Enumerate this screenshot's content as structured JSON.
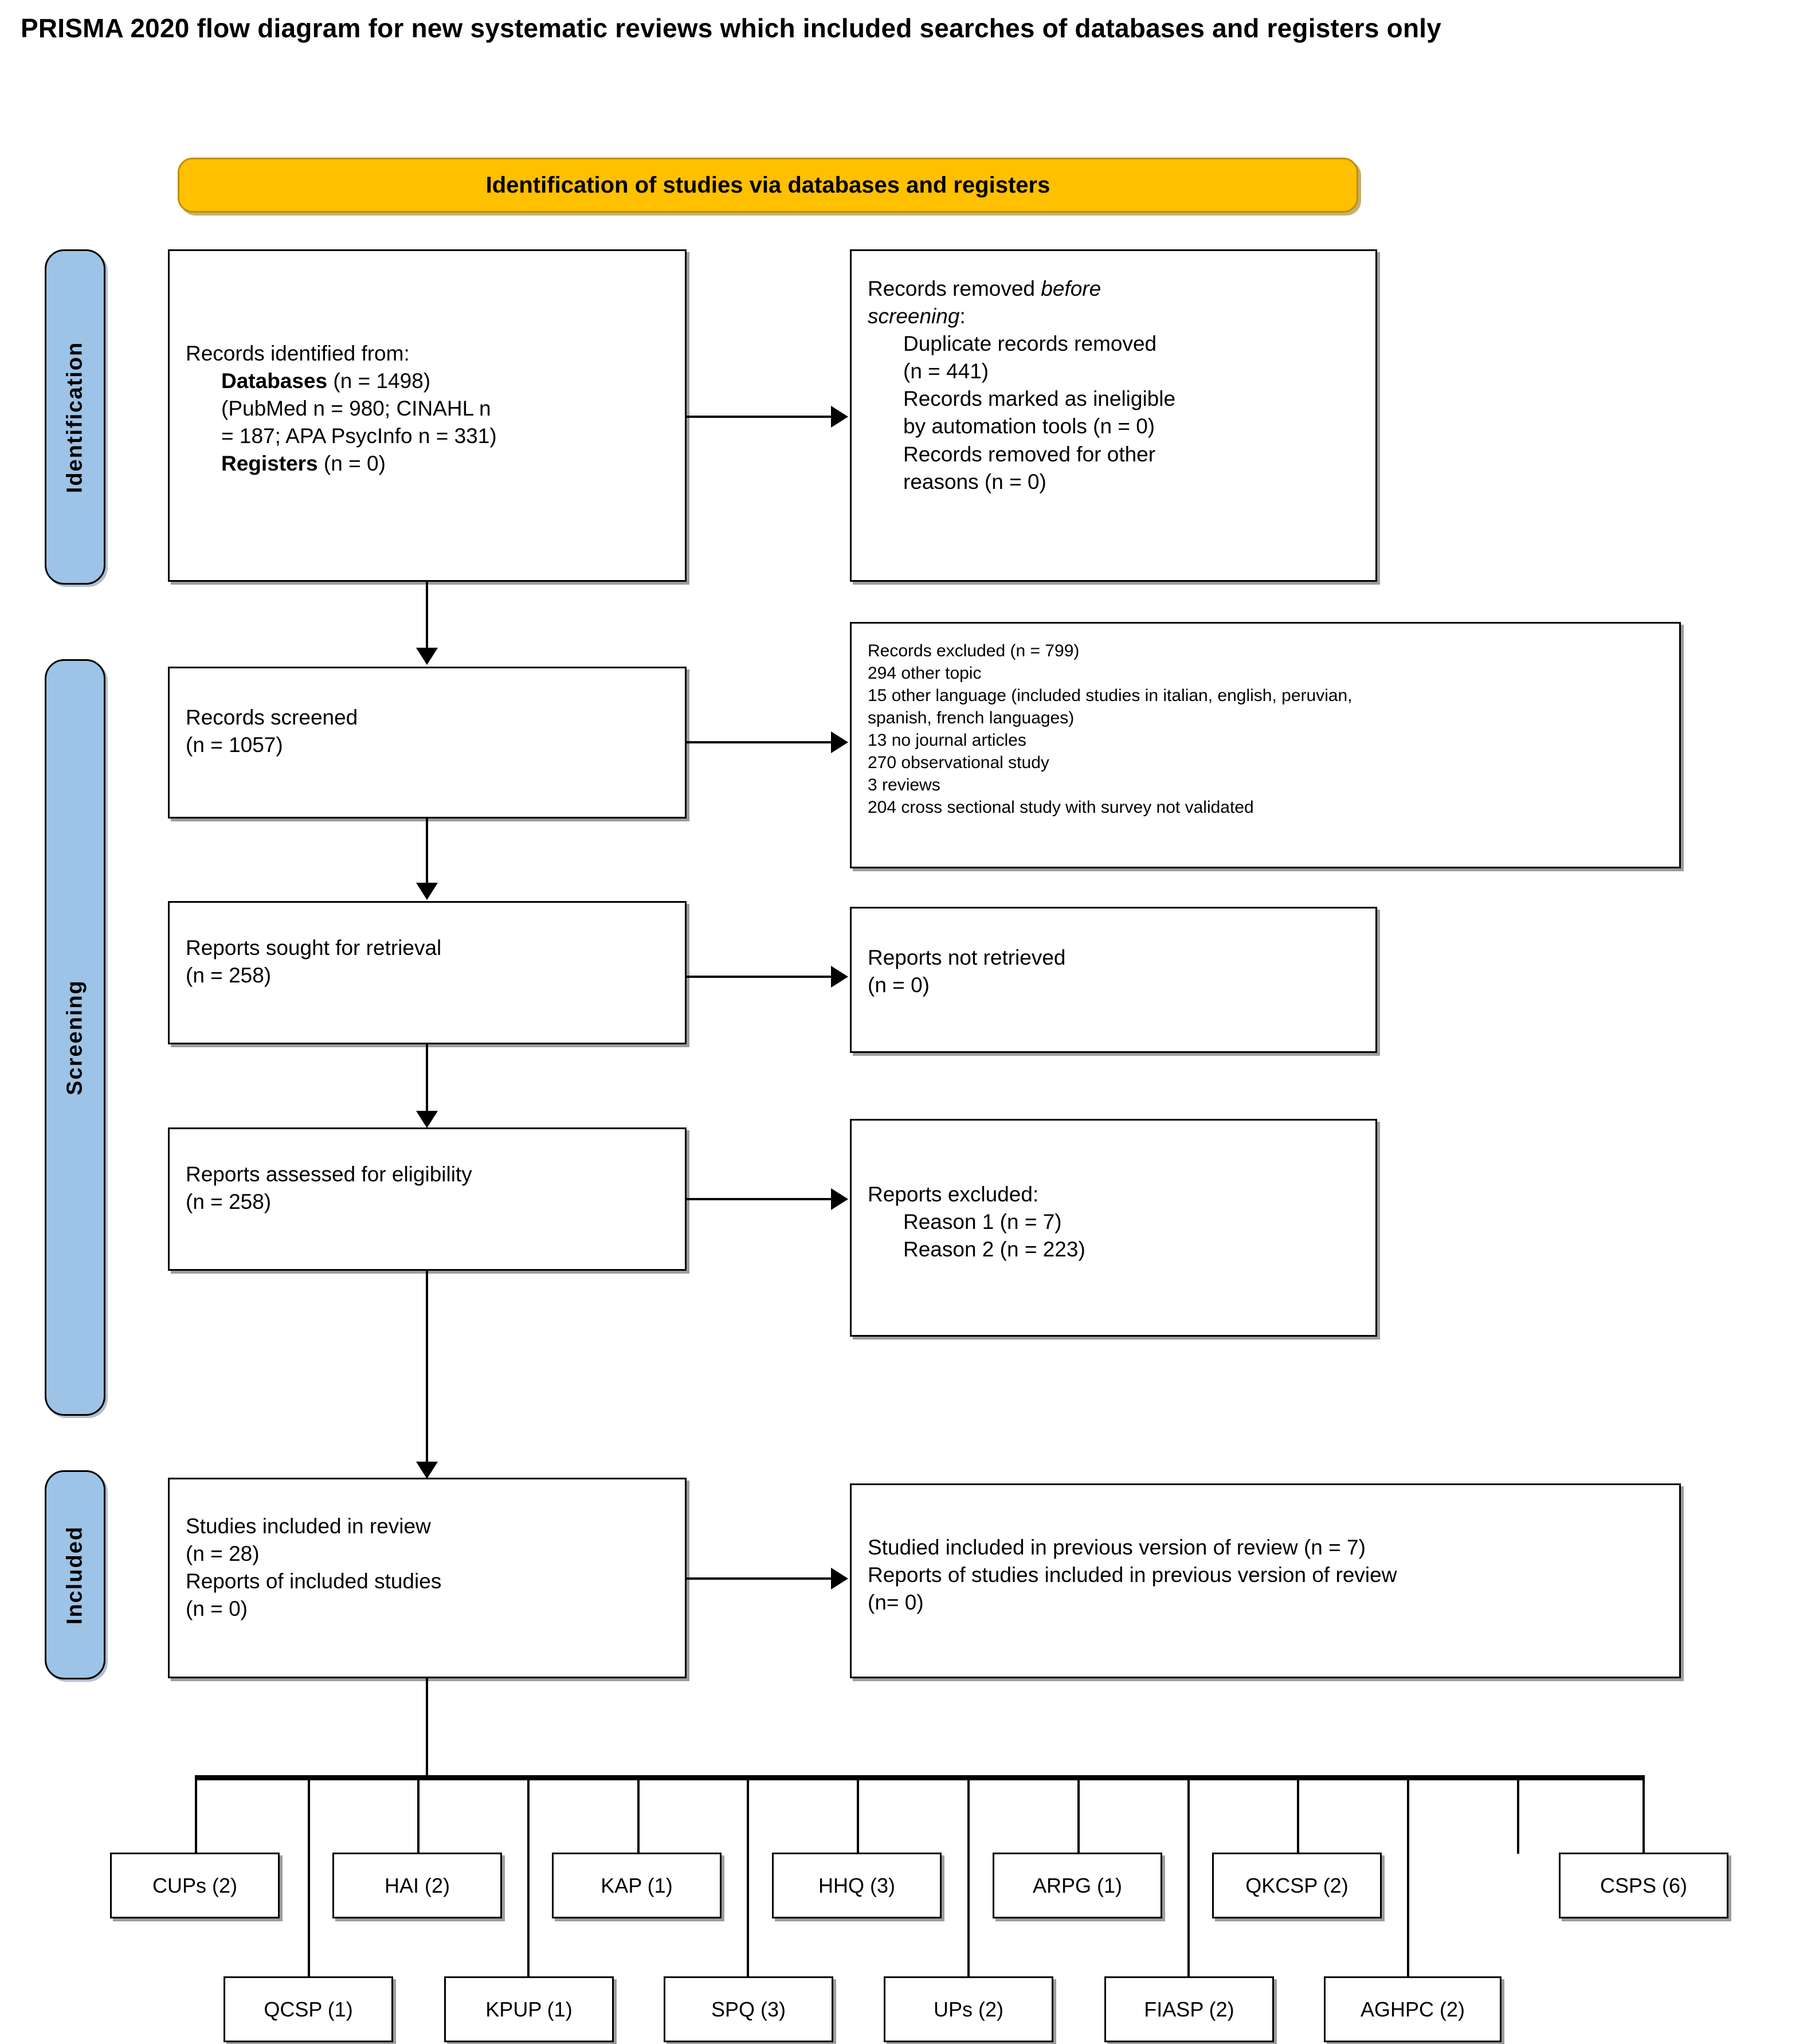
{
  "title": "PRISMA 2020 flow diagram for new systematic reviews which included searches of databases and registers only",
  "colors": {
    "stage_header_fill": "#FFC000",
    "stage_header_border": "#BF9000",
    "side_label_fill": "#9DC3E6",
    "box_border": "#000000",
    "page_background": "#FFFFFF"
  },
  "stage_header": {
    "label": "Identification of studies via databases and registers"
  },
  "side_labels": {
    "identification": "Identification",
    "screening": "Screening",
    "included": "Included"
  },
  "boxes": {
    "records_identified": {
      "line1": "Records identified from:",
      "line2_bold": "Databases",
      "line2_rest": " (n = 1498)",
      "line3": "(PubMed n = 980; CINAHL n",
      "line4": "= 187; APA PsycInfo n =  331)",
      "line5_bold": "Registers",
      "line5_rest": " (n = 0)"
    },
    "records_removed": {
      "line1_a": "Records removed ",
      "line1_italic": "before",
      "line2_italic": "screening",
      "line2_rest": ":",
      "line3": "Duplicate records removed",
      "line4": "(n = 441)",
      "line5": "Records marked as ineligible",
      "line6": "by automation tools (n = 0)",
      "line7": "Records removed for other",
      "line8": "reasons (n = 0)"
    },
    "records_screened": {
      "line1": "Records screened",
      "line2": "(n = 1057)"
    },
    "records_excluded": {
      "line1": "Records excluded (n = 799)",
      "line2": "294 other topic",
      "line3": "15 other language (included studies in italian, english, peruvian,",
      "line4": "spanish, french languages)",
      "line5": "13 no journal articles",
      "line6": "270 observational study",
      "line7": "3 reviews",
      "line8": "204 cross sectional study with survey not validated"
    },
    "reports_sought": {
      "line1": "Reports sought for retrieval",
      "line2": "(n = 258)"
    },
    "reports_not_retrieved": {
      "line1": "Reports not retrieved",
      "line2": "(n = 0)"
    },
    "reports_assessed": {
      "line1": "Reports assessed for eligibility",
      "line2": "(n = 258)"
    },
    "reports_excluded": {
      "line1": "Reports excluded:",
      "line2": "Reason 1 (n = 7)",
      "line3": "Reason 2 (n = 223)"
    },
    "studies_included": {
      "line1": "Studies included in review",
      "line2": "(n = 28)",
      "line3": "Reports of included studies",
      "line4": "(n = 0)"
    },
    "previous_version": {
      "line1": "Studied included in previous version of review (n = 7)",
      "line2": "Reports of studies included in previous version of review",
      "line3": "(n= 0)"
    }
  },
  "instruments": {
    "top_row": [
      {
        "label": "CUPs (2)"
      },
      {
        "label": "HAI (2)"
      },
      {
        "label": "KAP (1)"
      },
      {
        "label": "HHQ (3)"
      },
      {
        "label": "ARPG (1)"
      },
      {
        "label": "QKCSP (2)"
      },
      {
        "label": "CSPS (6)"
      }
    ],
    "bottom_row": [
      {
        "label": "QCSP (1)"
      },
      {
        "label": "KPUP (1)"
      },
      {
        "label": "SPQ (3)"
      },
      {
        "label": "UPs (2)"
      },
      {
        "label": "FIASP (2)"
      },
      {
        "label": "AGHPC (2)"
      }
    ]
  }
}
